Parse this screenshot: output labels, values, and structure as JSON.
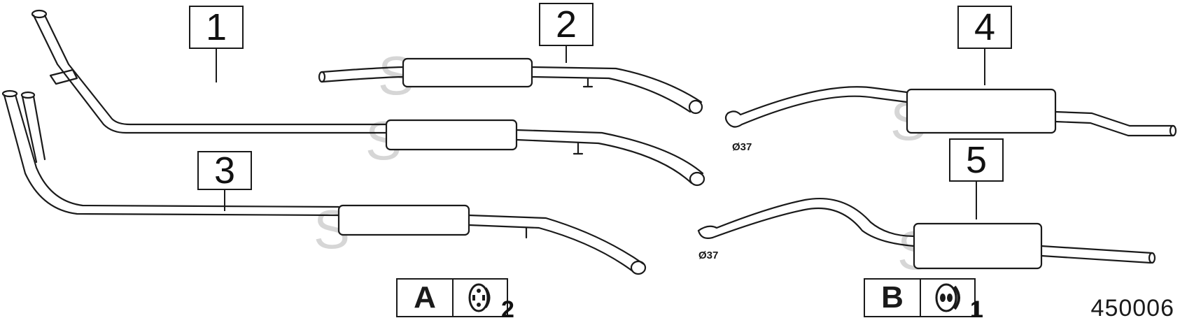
{
  "callouts": [
    {
      "label": "1"
    },
    {
      "label": "2"
    },
    {
      "label": "3"
    },
    {
      "label": "4"
    },
    {
      "label": "5"
    }
  ],
  "diameter_labels": [
    "Ø37",
    "Ø37"
  ],
  "legend": [
    {
      "letter": "A",
      "icon": "rubber-mount-hanger-icon",
      "quantity": "2"
    },
    {
      "letter": "B",
      "icon": "rubber-mount-hanger-icon",
      "quantity": "1"
    }
  ],
  "document_number": "450006",
  "colors": {
    "line": "#1a1a1a",
    "watermark": "#d4d4d4"
  }
}
